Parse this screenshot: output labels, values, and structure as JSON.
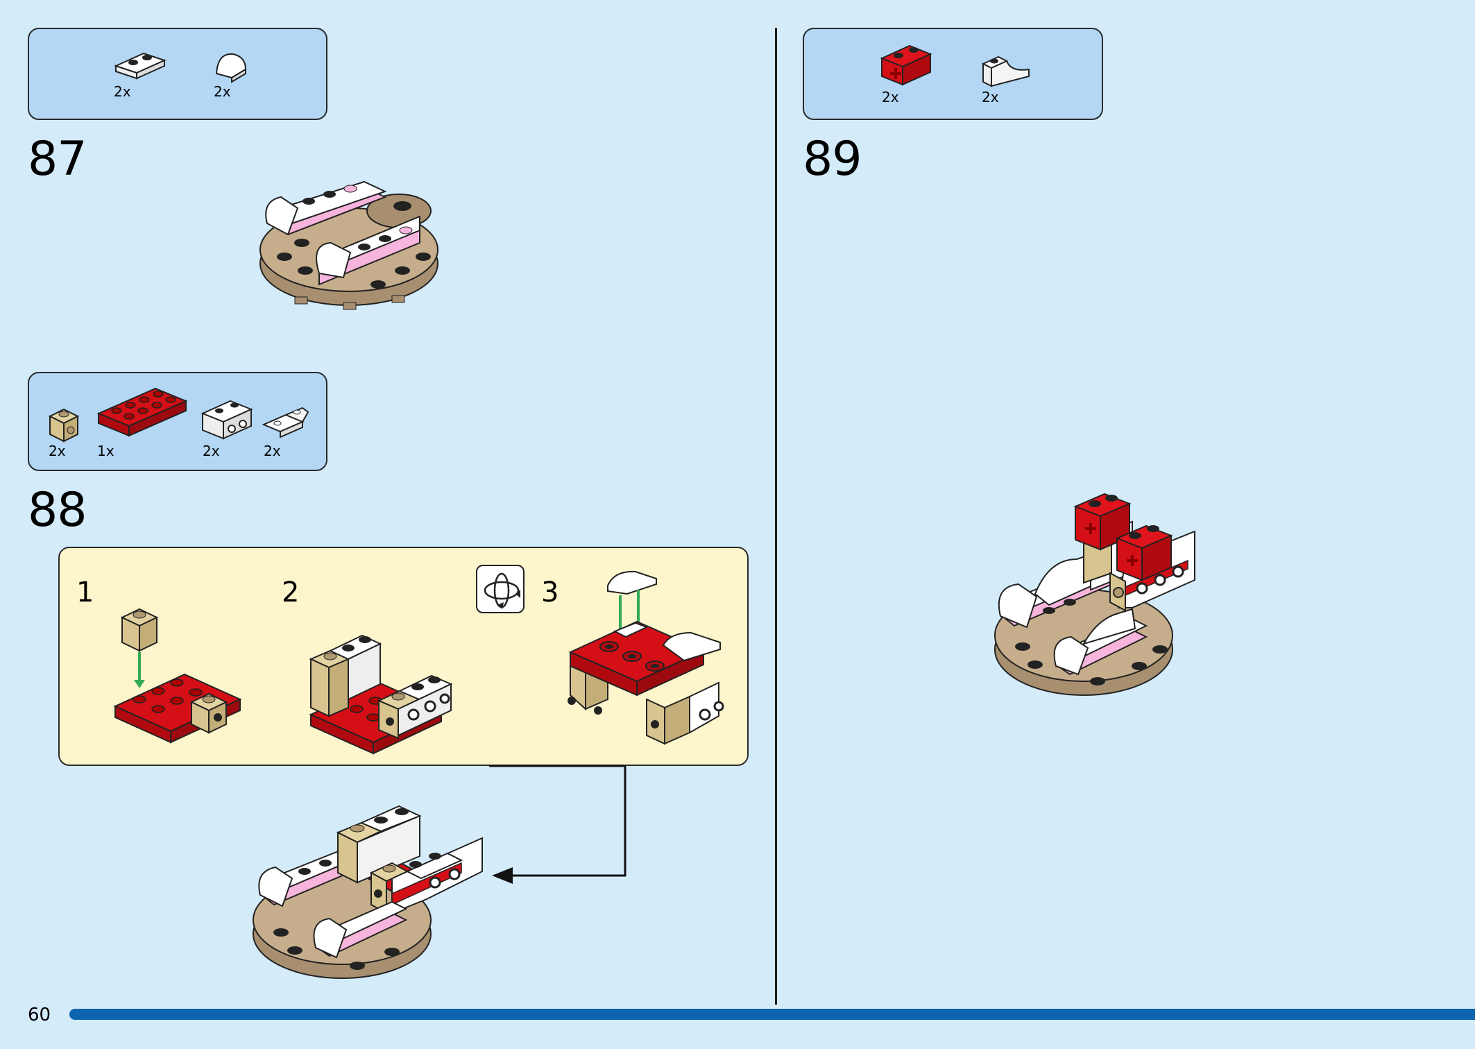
{
  "page_number": "60",
  "steps": [
    {
      "number": "87",
      "parts": [
        {
          "qty": "2x",
          "icon": "white-plate-1x2-icon"
        },
        {
          "qty": "2x",
          "icon": "white-curved-slope-icon"
        }
      ]
    },
    {
      "number": "88",
      "parts": [
        {
          "qty": "2x",
          "icon": "tan-brick-1x1-side-stud-icon"
        },
        {
          "qty": "1x",
          "icon": "red-plate-2x4-icon"
        },
        {
          "qty": "2x",
          "icon": "white-brick-1x2-side-studs-icon"
        },
        {
          "qty": "2x",
          "icon": "white-bracket-icon"
        }
      ],
      "substeps": [
        "1",
        "2",
        "3"
      ]
    },
    {
      "number": "89",
      "parts": [
        {
          "qty": "2x",
          "icon": "red-brick-axle-hole-icon"
        },
        {
          "qty": "2x",
          "icon": "white-slope-icon"
        }
      ]
    }
  ],
  "colors": {
    "background": "#d4ebfa",
    "parts_box": "#b3d7f4",
    "substep_box": "#fdf5cc",
    "lego_red": "#d40f16",
    "lego_tan": "#d8c48e",
    "lego_white": "#ffffff",
    "lego_pink": "#f7b4dc",
    "lego_dark_tan": "#a78f70",
    "arrow_green": "#33aa55",
    "bottom_bar": "#0c64ac"
  }
}
